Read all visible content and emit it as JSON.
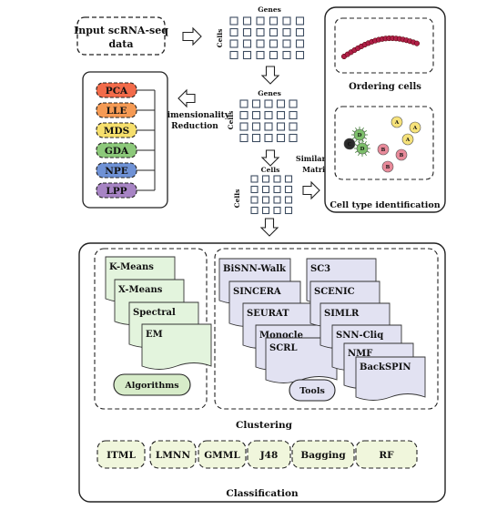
{
  "input_box": {
    "line1": "Input scRNA-seq",
    "line2": "data"
  },
  "matrices": {
    "genes_label": "Genes",
    "cells_label": "Cells"
  },
  "reduction": {
    "label_line1": "Dimensionality",
    "label_line2": "Reduction",
    "methods": [
      {
        "label": "PCA",
        "color": "#f26b4a"
      },
      {
        "label": "LLE",
        "color": "#f59a54"
      },
      {
        "label": "MDS",
        "color": "#f6df6c"
      },
      {
        "label": "GDA",
        "color": "#8cc97a"
      },
      {
        "label": "NPE",
        "color": "#6f92d6"
      },
      {
        "label": "LPP",
        "color": "#a784c4"
      }
    ]
  },
  "similarity": {
    "line1": "Similarity",
    "line2": "Matrix"
  },
  "right_panel": {
    "ordering_label": "Ordering cells",
    "celltype_label": "Cell type identification",
    "cell_letters": [
      "A",
      "A",
      "A",
      "B",
      "B",
      "B",
      "C",
      "D",
      "D"
    ]
  },
  "clustering": {
    "algorithms_title": "Algorithms",
    "algorithms": [
      "K-Means",
      "X-Means",
      "Spectral",
      "EM"
    ],
    "tools_title": "Tools",
    "tools_left": [
      "BiSNN-Walk",
      "SINCERA",
      "SEURAT",
      "Monocle",
      "SCRL"
    ],
    "tools_right": [
      "SC3",
      "SCENIC",
      "SIMLR",
      "SNN-Cliq",
      "NMF",
      "BackSPIN"
    ],
    "label": "Clustering"
  },
  "classification": {
    "methods": [
      "ITML",
      "LMNN",
      "GMML",
      "J48",
      "Bagging",
      "RF"
    ],
    "label": "Classification"
  },
  "colors": {
    "algorithm_doc": "#e3f4dd",
    "tool_doc": "#e2e2f2",
    "pill_green": "#d7ecc9",
    "class_box": "#f0f6dc",
    "cell_chain": "#b02048",
    "grid_square": "#3c4c60"
  }
}
